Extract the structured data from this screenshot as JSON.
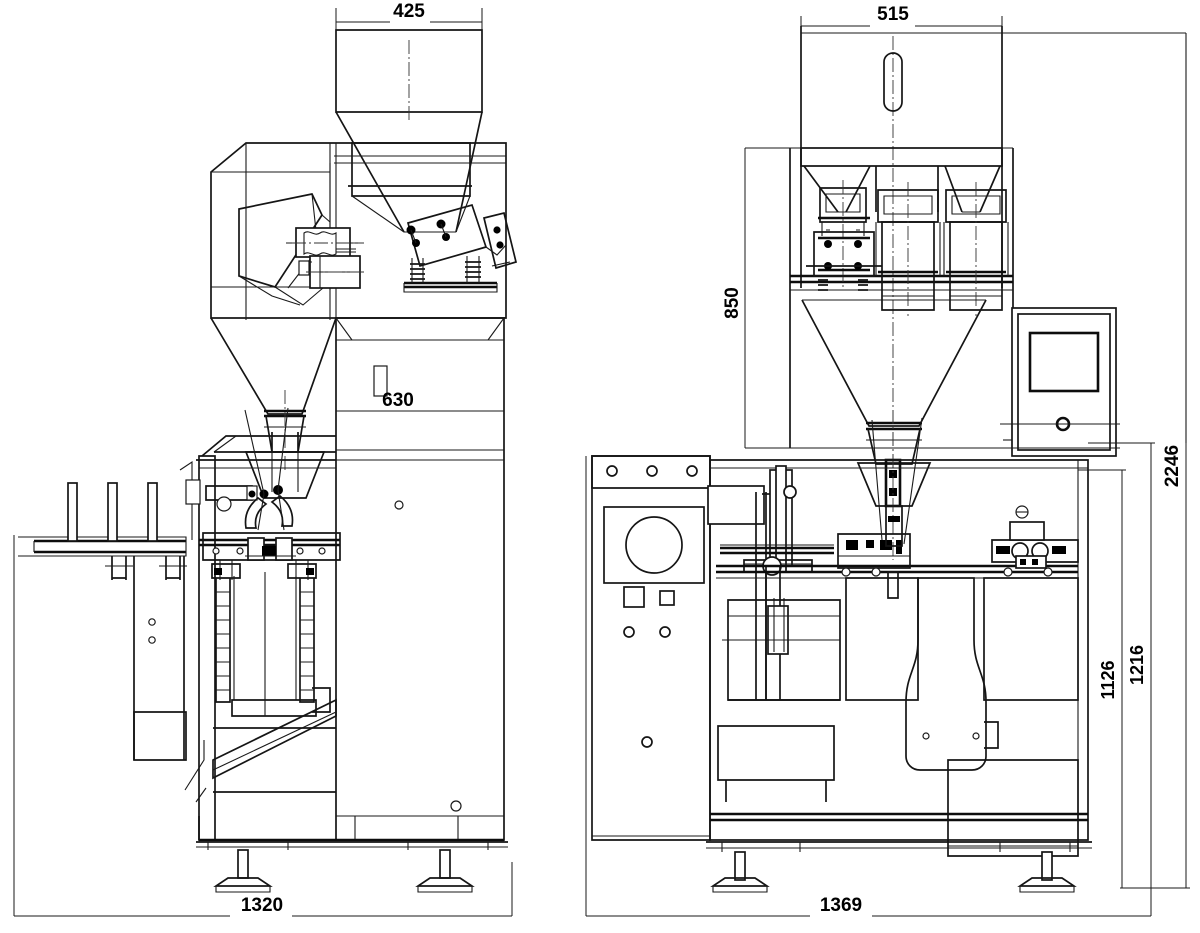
{
  "drawing": {
    "title": "Packaging machine general arrangement drawing",
    "type": "orthographic-engineering-drawing",
    "units": "mm",
    "background_color": "#ffffff",
    "line_color": "#1a1a1a",
    "views": [
      {
        "name": "side-elevation",
        "position": "left",
        "description": "Side view of premade pouch packaging machine with linear weigher, feed hopper, film reel shaft support, rotary pouch station and leveling feet"
      },
      {
        "name": "front-elevation",
        "position": "right",
        "description": "Front view with control cabinet, three-head linear weigher, collecting funnel, HMI touch screen panel, pouch gripper station and leveling feet"
      }
    ],
    "dimensions": {
      "left_view": {
        "top_hopper_width": "425",
        "machine_body_width": "630",
        "overall_width": "1320"
      },
      "right_view": {
        "weigher_top_width": "515",
        "weigher_height": "850",
        "overall_height": "2246",
        "frame_height": "1216",
        "table_height": "1126",
        "overall_width": "1369"
      }
    }
  },
  "labels": {
    "d425": "425",
    "d630": "630",
    "d1320": "1320",
    "d515": "515",
    "d850": "850",
    "d2246": "2246",
    "d1216": "1216",
    "d1126": "1126",
    "d1369": "1369"
  }
}
